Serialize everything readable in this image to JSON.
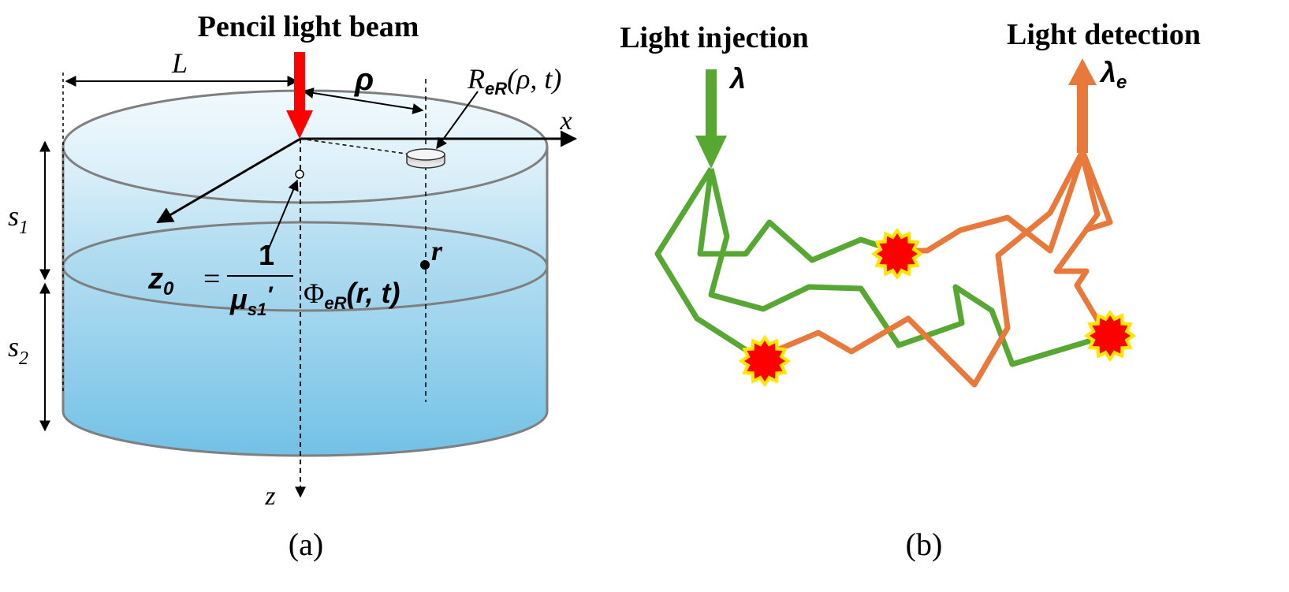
{
  "panel_a": {
    "beam_label": "Pencil light beam",
    "dim_L": "L",
    "dim_rho": "ρ",
    "detector_label_main": "R",
    "detector_label_sub": "eR",
    "detector_label_args": "(ρ, t)",
    "axis_x": "x",
    "axis_z": "z",
    "layer_1_label": "s",
    "layer_1_sub": "1",
    "layer_2_label": "s",
    "layer_2_sub": "2",
    "point_label": "r",
    "z0_lhs": "z",
    "z0_lhs_sub": "0",
    "z0_eq": "=",
    "z0_numerator": "1",
    "z0_denominator": "μ",
    "z0_denominator_sub": "s1",
    "z0_prime": "′",
    "fluence_main": "Φ",
    "fluence_sub": "eR",
    "fluence_args": "(r, t)",
    "caption": "(a)",
    "colors": {
      "beam": "#ff0000",
      "water_top": "#d9eef8",
      "water_bottom": "#74c3e6",
      "rim": "#7f7f7f"
    }
  },
  "panel_b": {
    "injection_label": "Light injection",
    "injection_symbol": "λ",
    "detection_label": "Light detection",
    "detection_symbol": "λ",
    "detection_symbol_sub": "e",
    "caption": "(b)",
    "colors": {
      "injection": "#56a832",
      "emission": "#e8793a",
      "event_fill": "#ff0000",
      "event_halo": "#ffe600"
    }
  }
}
